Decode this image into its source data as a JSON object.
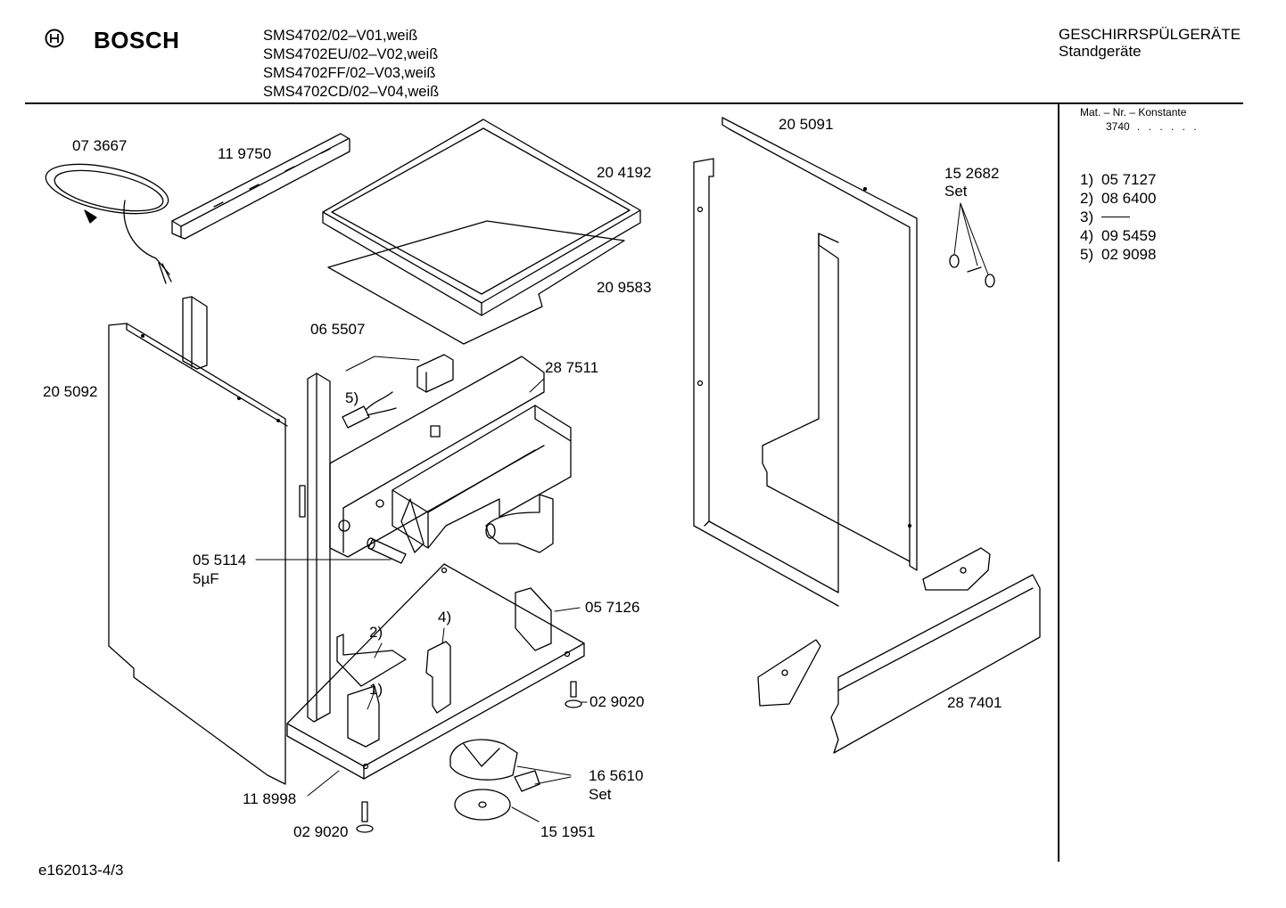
{
  "header": {
    "brand": "BOSCH",
    "models": [
      "SMS4702/02–V01,weiß",
      "SMS4702EU/02–V02,weiß",
      "SMS4702FF/02–V03,weiß",
      "SMS4702CD/02–V04,weiß"
    ],
    "category_title": "GESCHIRRSPÜLGERÄTE",
    "category_subtitle": "Standgeräte"
  },
  "sidebar": {
    "constant_label": "Mat. – Nr. – Konstante",
    "constant_value": "3740",
    "constant_dots": ". . . . . .",
    "legend": [
      {
        "num": "1)",
        "part": "05 7127"
      },
      {
        "num": "2)",
        "part": "08 6400"
      },
      {
        "num": "3)",
        "part": ""
      },
      {
        "num": "4)",
        "part": "09 5459"
      },
      {
        "num": "5)",
        "part": "02 9098"
      }
    ]
  },
  "parts": {
    "power_cord": "07 3667",
    "bracket_top": "11 9750",
    "worktop": "20 4192",
    "worktop_seal": "20 9583",
    "side_panel_left": "20 5092",
    "switch": "06 5507",
    "ref_5": "5)",
    "control_housing": "28 7511",
    "capacitor": "05 5114",
    "capacitor_value": "5µF",
    "bracket_right": "05 7126",
    "ref_2": "2)",
    "ref_4": "4)",
    "ref_1": "1)",
    "foot_right": "02 9020",
    "base_frame": "11 8998",
    "foot_left": "02 9020",
    "pump_set": "16 5610",
    "pump_set_word": "Set",
    "disc": "15 1951",
    "door_frame": "20 5091",
    "fixing_set": "15 2682",
    "fixing_set_word": "Set",
    "plinth": "28 7401"
  },
  "footer": {
    "doc_id": "e162013-4/3"
  }
}
